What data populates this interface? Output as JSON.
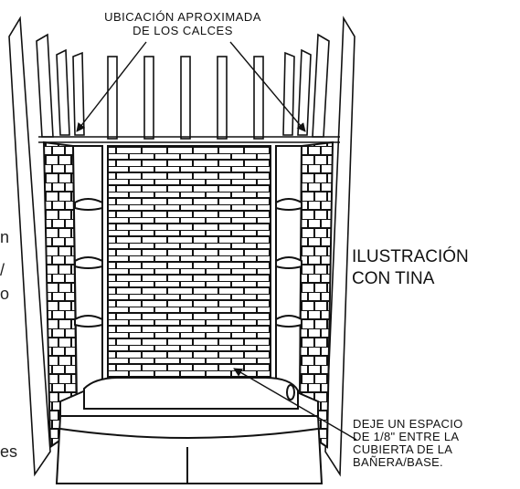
{
  "labels": {
    "top": [
      "UBICACIÓN APROXIMADA",
      "DE LOS CALCES"
    ],
    "right": [
      "ILUSTRACIÓN",
      "CON TINA"
    ],
    "bottom_right": [
      "DEJE UN ESPACIO",
      "DE 1/8\" ENTRE LA",
      "CUBIERTA DE LA",
      "BAÑERA/BASE."
    ]
  },
  "edge_fragments": [
    "n",
    "/",
    "o",
    "es"
  ]
}
